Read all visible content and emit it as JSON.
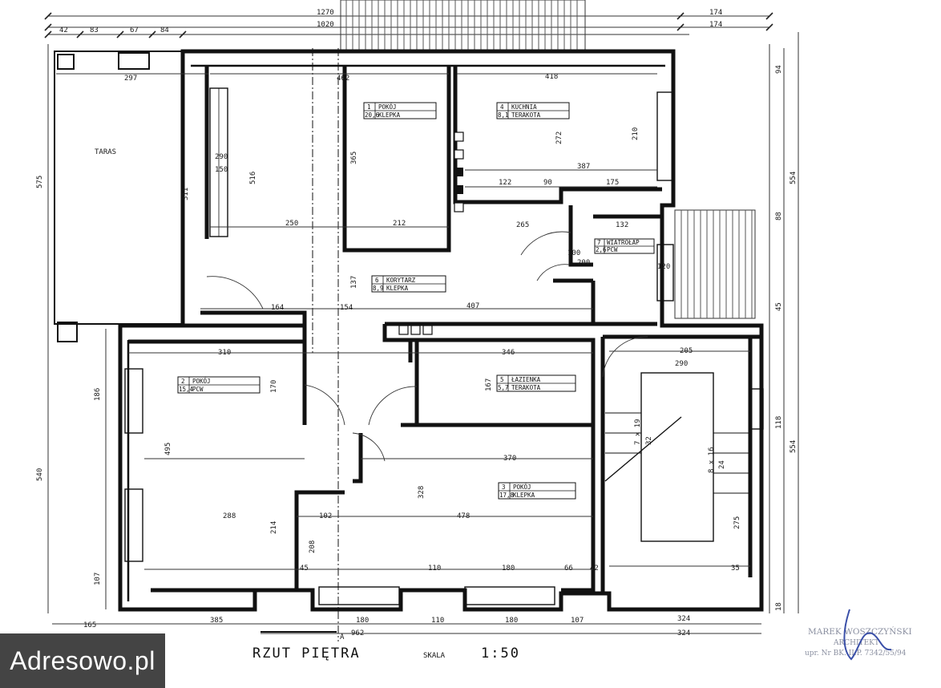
{
  "drawing_title": "RZUT PIĘTRA",
  "scale": {
    "label": "SKALA",
    "value": "1:50"
  },
  "section_marker": "A",
  "rooms": [
    {
      "no": "1",
      "name": "POKÓJ",
      "area": "20,6",
      "floor": "KLEPKA"
    },
    {
      "no": "2",
      "name": "POKÓJ",
      "area": "15,4",
      "floor": "PCW"
    },
    {
      "no": "3",
      "name": "POKÓJ",
      "area": "17,8",
      "floor": "KLEPKA"
    },
    {
      "no": "4",
      "name": "KUCHNIA",
      "area": "8,1",
      "floor": "TERAKOTA"
    },
    {
      "no": "5",
      "name": "ŁAZIENKA",
      "area": "5,7",
      "floor": "TERAKOTA"
    },
    {
      "no": "6",
      "name": "KORYTARZ",
      "area": "8,9",
      "floor": "KLEPKA"
    },
    {
      "no": "7",
      "name": "WIATROŁAP",
      "area": "2,6",
      "floor": "PCW"
    }
  ],
  "taras_label": "TARAS",
  "stairs": {
    "run1": "7 x 19",
    "run2": "32",
    "run3": "8 x 16",
    "run4": "24"
  },
  "dimensions": {
    "top_outer": [
      "1270",
      "174"
    ],
    "top_inner": [
      "1020",
      "174"
    ],
    "top_small": [
      "42",
      "83",
      "67",
      "84"
    ],
    "interior_top": [
      "297",
      "462",
      "418"
    ],
    "left_outer": [
      "575",
      "540"
    ],
    "right_outer": [
      "554",
      "554"
    ],
    "bottom_outer": [
      "165",
      "385",
      "180",
      "110",
      "180",
      "107",
      "324"
    ],
    "bottom_total": [
      "962",
      "324"
    ],
    "misc": [
      "311",
      "290",
      "150",
      "516",
      "250",
      "212",
      "365",
      "387",
      "272",
      "210",
      "122",
      "90",
      "175",
      "265",
      "100",
      "200",
      "132",
      "120",
      "137",
      "407",
      "164",
      "154",
      "310",
      "346",
      "205",
      "290",
      "167",
      "170",
      "495",
      "288",
      "214",
      "208",
      "102",
      "478",
      "370",
      "328",
      "110",
      "180",
      "66",
      "42",
      "35",
      "107",
      "45",
      "118",
      "275",
      "186",
      "94",
      "88",
      "45",
      "18"
    ]
  },
  "architect_stamp": {
    "name": "MAREK WOSZCZYŃSKI",
    "role": "ARCHITEKT",
    "license": "upr. Nr BK. II.P. 7342/55/94"
  },
  "watermark": "Adresowo.pl"
}
